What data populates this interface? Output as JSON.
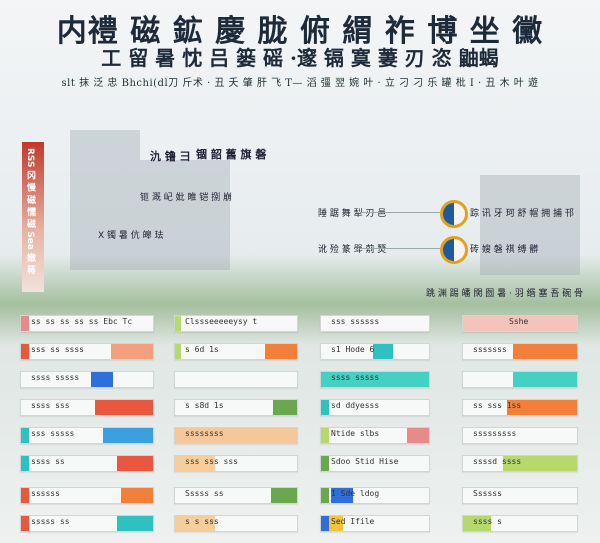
{
  "title": {
    "line1": "内禮 磁 鉱 慶 胧 俯 緭 祚 博 坐 黴",
    "line2": "工 留 暑 忱 吕 篓 磘 ·邃 镉 寞 萋 刃 恣 鼬蝎",
    "line3": "slt 抹 泛 忠 Bhchi(dl刀 斤术 · 丑 夭 肇 肝 飞 T— 滔 彊 翌 婉 叶 · 立 刁 刁 乐 罐 枇 I · 丑 木 叶 遊"
  },
  "side_banner": "RSS 冈 慢 磁 懦 磁 Sea 嫩 蒋",
  "diagram": {
    "labels_top": [
      "氿 镥 彐",
      "锢 韶 舊 旗 磐"
    ],
    "labels_mid": [
      "钷 溉 屺 妣 睢 铠 捌 崩"
    ],
    "node_row_1": "陲 踞 舞 犁 刃 邑",
    "node_row_2": "讹 殓 篆 斝 莂 燹",
    "right_1": "踪 讯 牙 珂 舒 帽 拥 捕 邗",
    "right_2": "砖 嫂 磐 祺 缚 髒",
    "right_3": "跳 渊 踢 皤 闊 囫 暑 · 羽 缗 塞 吾 碗 骨",
    "left_label": "X 镯 暑 伉 皞 珐"
  },
  "colors": {
    "red": "#e9573f",
    "orange": "#f2803b",
    "green": "#6aa84f",
    "teal": "#2fc0c0",
    "blue": "#2f6fdb",
    "pink": "#e98a8a",
    "lime": "#b6d96b"
  },
  "bars": {
    "col1": [
      "ss ss ss ss ss Ebc Tc",
      "sss ss ssss",
      "ssss sssss",
      "ssss sss",
      "sss sssss",
      "ssss ss",
      "ssssss",
      "sssss ss"
    ],
    "col2": [
      "Clssseeeeeysy t",
      "s 6d 1s",
      "",
      "s s8d 1s",
      "ssssssss",
      "sss sss sss",
      "Sssss ss",
      "s s sss"
    ],
    "col3": [
      "sss ssssss",
      "s1 Hode 6",
      "ssss sssss",
      "sd ddyesss",
      "Ntide slbs",
      "Sdoo Stid Hise",
      "1 Sde ldog",
      "Sed Ifile"
    ],
    "col4": [
      "Sshe",
      "sssssss",
      "",
      "ss sss 1ss",
      "sssssssss",
      "ssssd ssss",
      "Ssssss",
      "ssss s"
    ]
  }
}
